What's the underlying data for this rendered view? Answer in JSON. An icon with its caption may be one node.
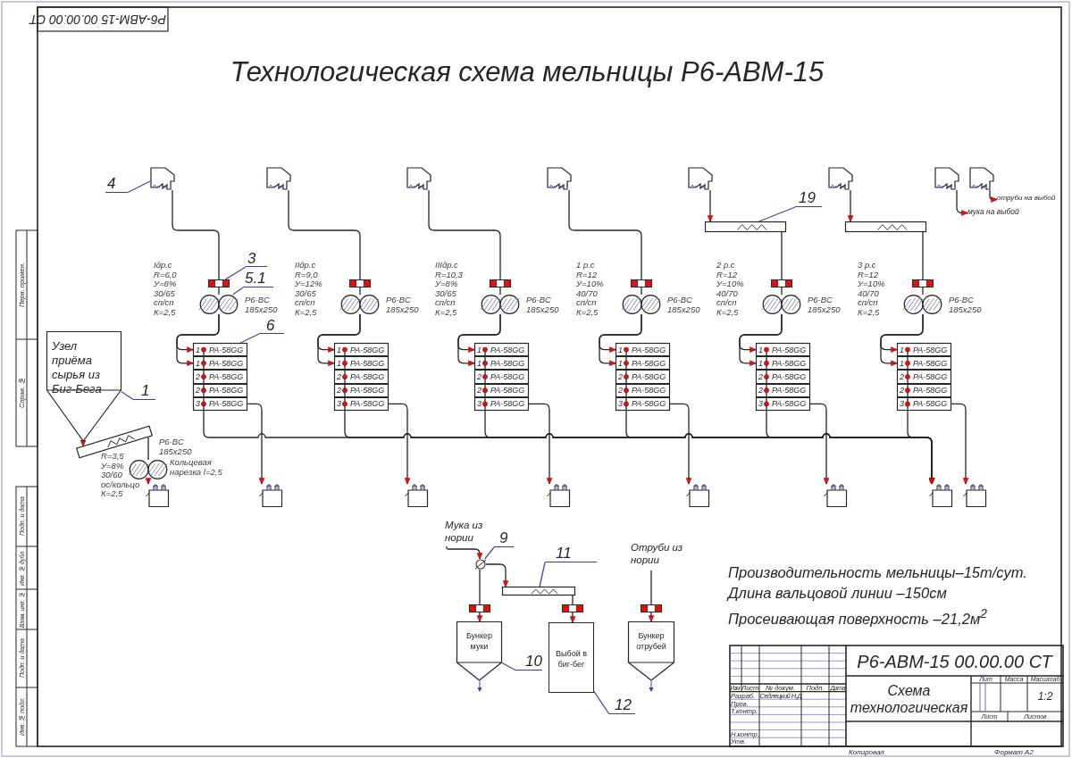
{
  "diagram": {
    "title": "Технологическая схема мельницы Р6-АВМ-15",
    "nodes": [
      {
        "text": [],
        "shape": "cyclone"
      },
      {
        "text": [],
        "shape": "cyclone"
      },
      {
        "text": [],
        "shape": "cyclone"
      },
      {
        "text": [],
        "shape": "cyclone"
      },
      {
        "text": [],
        "shape": "cyclone"
      },
      {
        "text": [],
        "shape": "cyclone"
      },
      {
        "text": [],
        "shape": "cyclone"
      },
      {
        "text": [],
        "shape": "cyclone"
      },
      {
        "text": [
          "4"
        ]
      },
      {
        "text": [],
        "shape": "conveyor"
      },
      {
        "text": [],
        "shape": "conveyor"
      },
      {
        "text": [
          "19"
        ]
      },
      {
        "text": [
          "мука на выбой"
        ]
      },
      {
        "text": [
          "отруби на выбой"
        ]
      },
      {
        "text": [],
        "shape": "box"
      },
      {
        "text": [],
        "shape": "box"
      },
      {
        "text": [],
        "shape": "box"
      },
      {
        "text": [],
        "shape": "box"
      },
      {
        "text": [],
        "shape": "box"
      },
      {
        "text": [],
        "shape": "box"
      },
      {
        "text": [
          "3"
        ]
      },
      {
        "text": [
          "5.1"
        ]
      },
      {
        "text": [],
        "shape": "circle",
        "beside": [
          "Iдр.с",
          "R=6,0",
          "У=8%",
          "30/65",
          "сп/сп",
          "К=2,5",
          "Р6-ВС 185x250"
        ]
      },
      {
        "text": [],
        "shape": "circle",
        "beside": [
          "IIдр.с",
          "R=9,0",
          "У=12%",
          "30/65",
          "сп/сп",
          "К=2,5",
          "Р6-ВС 185x250"
        ]
      },
      {
        "text": [],
        "shape": "circle",
        "beside": [
          "IIIдр.с",
          "R=10,3",
          "У=8%",
          "30/65",
          "сп/сп",
          "К=2,5",
          "Р6-ВС 185x250"
        ]
      },
      {
        "text": [],
        "shape": "circle",
        "beside": [
          "1 р.с",
          "R=12",
          "У=10%",
          "40/70",
          "сп/сп",
          "К=2,5",
          "Р6-ВС 185x250"
        ]
      },
      {
        "text": [],
        "shape": "circle",
        "beside": [
          "2 р.с",
          "R=12",
          "У=10%",
          "40/70",
          "сп/сп",
          "К=2,5",
          "Р6-ВС 185x250"
        ]
      },
      {
        "text": [],
        "shape": "circle",
        "beside": [
          "3 р.с",
          "R=12",
          "У=10%",
          "40/70",
          "сп/сп",
          "К=2,5",
          "Р6-ВС 185x250"
        ]
      },
      {
        "text": [],
        "shape": "box"
      },
      {
        "text": [
          "1",
          "PA-58GG"
        ],
        "in": 28
      },
      {
        "text": [
          "1",
          "PA-58GG"
        ],
        "in": 28
      },
      {
        "text": [
          "2",
          "PA-58GG"
        ],
        "in": 28
      },
      {
        "text": [
          "2",
          "PA-58GG"
        ],
        "in": 28
      },
      {
        "text": [
          "3",
          "PA-58GG"
        ],
        "in": 28
      },
      {
        "text": [],
        "shape": "box"
      },
      {
        "text": [
          "1",
          "PA-58GG"
        ],
        "in": 34
      },
      {
        "text": [
          "1",
          "PA-58GG"
        ],
        "in": 34
      },
      {
        "text": [
          "2",
          "PA-58GG"
        ],
        "in": 34
      },
      {
        "text": [
          "2",
          "PA-58GG"
        ],
        "in": 34
      },
      {
        "text": [
          "3",
          "PA-58GG"
        ],
        "in": 34
      },
      {
        "text": [],
        "shape": "box"
      },
      {
        "text": [
          "1",
          "PA-58GG"
        ],
        "in": 40
      },
      {
        "text": [
          "1",
          "PA-58GG"
        ],
        "in": 40
      },
      {
        "text": [
          "2",
          "PA-58GG"
        ],
        "in": 40
      },
      {
        "text": [
          "2",
          "PA-58GG"
        ],
        "in": 40
      },
      {
        "text": [
          "3",
          "PA-58GG"
        ],
        "in": 40
      },
      {
        "text": [],
        "shape": "box"
      },
      {
        "text": [
          "1",
          "PA-58GG"
        ],
        "in": 46
      },
      {
        "text": [
          "1",
          "PA-58GG"
        ],
        "in": 46
      },
      {
        "text": [
          "2",
          "PA-58GG"
        ],
        "in": 46
      },
      {
        "text": [
          "2",
          "PA-58GG"
        ],
        "in": 46
      },
      {
        "text": [
          "3",
          "PA-58GG"
        ],
        "in": 46
      },
      {
        "text": [],
        "shape": "box"
      },
      {
        "text": [
          "1",
          "PA-58GG"
        ],
        "in": 52
      },
      {
        "text": [
          "1",
          "PA-58GG"
        ],
        "in": 52
      },
      {
        "text": [
          "2",
          "PA-58GG"
        ],
        "in": 52
      },
      {
        "text": [
          "2",
          "PA-58GG"
        ],
        "in": 52
      },
      {
        "text": [
          "3",
          "PA-58GG"
        ],
        "in": 52
      },
      {
        "text": [],
        "shape": "box"
      },
      {
        "text": [
          "1",
          "PA-58GG"
        ],
        "in": 58
      },
      {
        "text": [
          "1",
          "PA-58GG"
        ],
        "in": 58
      },
      {
        "text": [
          "2",
          "PA-58GG"
        ],
        "in": 58
      },
      {
        "text": [
          "2",
          "PA-58GG"
        ],
        "in": 58
      },
      {
        "text": [
          "3",
          "PA-58GG"
        ],
        "in": 58
      },
      {
        "text": [
          "6"
        ]
      },
      {
        "text": [
          "Узел приёма сырья из Биг-Бега"
        ]
      },
      {
        "text": [
          "1"
        ]
      },
      {
        "text": [],
        "shape": "conveyor"
      },
      {
        "text": [],
        "shape": "circle",
        "beside": [
          "R=3,5",
          "У=8%",
          "30/60",
          "ос/кольцо",
          "К=2,5",
          "Р6-ВС 185x250",
          "Кольцевая нарезка l=2,5"
        ]
      },
      {
        "text": [],
        "shape": "bin"
      },
      {
        "text": [],
        "shape": "bin"
      },
      {
        "text": [],
        "shape": "bin"
      },
      {
        "text": [],
        "shape": "bin"
      },
      {
        "text": [],
        "shape": "bin"
      },
      {
        "text": [],
        "shape": "bin"
      },
      {
        "text": [],
        "shape": "bin"
      },
      {
        "text": [],
        "shape": "bin"
      },
      {
        "text": [
          "Мука из нории"
        ]
      },
      {
        "text": [
          "9"
        ]
      },
      {
        "text": [],
        "shape": "circle"
      },
      {
        "text": [
          "11"
        ]
      },
      {
        "text": [],
        "shape": "conveyor"
      },
      {
        "text": [
          "Отруби из нории"
        ]
      },
      {
        "text": [],
        "shape": "box"
      },
      {
        "text": [],
        "shape": "box"
      },
      {
        "text": [],
        "shape": "box"
      },
      {
        "text": [
          "Бункер муки"
        ]
      },
      {
        "text": [
          "Выбой в биг-бег"
        ]
      },
      {
        "text": [
          "Бункер отрубей"
        ]
      },
      {
        "text": [
          "10"
        ]
      },
      {
        "text": [
          "12"
        ]
      }
    ],
    "edges": [
      {
        "from": 0,
        "to": 14,
        "arrow": "none"
      },
      {
        "from": 1,
        "to": 15,
        "arrow": "none"
      },
      {
        "from": 2,
        "to": 16,
        "arrow": "none"
      },
      {
        "from": 3,
        "to": 17,
        "arrow": "none"
      },
      {
        "from": 4,
        "to": 9,
        "arrow": "to"
      },
      {
        "from": 9,
        "to": 18,
        "arrow": "none"
      },
      {
        "from": 5,
        "to": 10,
        "arrow": "to"
      },
      {
        "from": 10,
        "to": 19,
        "arrow": "none"
      },
      {
        "from": 14,
        "to": 22,
        "arrow": "none"
      },
      {
        "from": 15,
        "to": 23,
        "arrow": "none"
      },
      {
        "from": 16,
        "to": 24,
        "arrow": "none"
      },
      {
        "from": 17,
        "to": 25,
        "arrow": "none"
      },
      {
        "from": 18,
        "to": 26,
        "arrow": "none"
      },
      {
        "from": 19,
        "to": 27,
        "arrow": "none"
      },
      {
        "from": 22,
        "to": 29,
        "arrow": "to"
      },
      {
        "from": 22,
        "to": 30,
        "arrow": "to"
      },
      {
        "from": 23,
        "to": 35,
        "arrow": "to"
      },
      {
        "from": 23,
        "to": 36,
        "arrow": "to"
      },
      {
        "from": 24,
        "to": 41,
        "arrow": "to"
      },
      {
        "from": 24,
        "to": 42,
        "arrow": "to"
      },
      {
        "from": 25,
        "to": 47,
        "arrow": "to"
      },
      {
        "from": 25,
        "to": 48,
        "arrow": "to"
      },
      {
        "from": 26,
        "to": 53,
        "arrow": "to"
      },
      {
        "from": 26,
        "to": 54,
        "arrow": "to"
      },
      {
        "from": 27,
        "to": 59,
        "arrow": "to"
      },
      {
        "from": 27,
        "to": 60,
        "arrow": "to"
      },
      {
        "from": 33,
        "to": 70,
        "arrow": "to"
      },
      {
        "from": 39,
        "to": 71,
        "arrow": "to"
      },
      {
        "from": 45,
        "to": 72,
        "arrow": "to"
      },
      {
        "from": 51,
        "to": 73,
        "arrow": "to"
      },
      {
        "from": 57,
        "to": 74,
        "arrow": "to"
      },
      {
        "from": 63,
        "to": 76,
        "arrow": "to"
      },
      {
        "from": 28,
        "to": 75,
        "arrow": "to"
      },
      {
        "from": 34,
        "to": 75,
        "arrow": "to"
      },
      {
        "from": 40,
        "to": 75,
        "arrow": "to"
      },
      {
        "from": 46,
        "to": 75,
        "arrow": "to"
      },
      {
        "from": 52,
        "to": 75,
        "arrow": "to"
      },
      {
        "from": 58,
        "to": 75,
        "arrow": "to"
      },
      {
        "from": 6,
        "to": 12,
        "arrow": "to"
      },
      {
        "from": 7,
        "to": 13,
        "arrow": "to"
      },
      {
        "from": 65,
        "to": 67,
        "arrow": "to"
      },
      {
        "from": 67,
        "to": 68,
        "arrow": "none"
      },
      {
        "from": 68,
        "to": 69,
        "arrow": "to"
      },
      {
        "from": 8,
        "to": 0,
        "arrow": "none",
        "color": "#4a4aa8"
      },
      {
        "from": 20,
        "to": 14,
        "arrow": "none",
        "color": "#4a4aa8"
      },
      {
        "from": 21,
        "to": 22,
        "arrow": "none",
        "color": "#4a4aa8"
      },
      {
        "from": 64,
        "to": 28,
        "arrow": "none",
        "color": "#4a4aa8"
      },
      {
        "from": 66,
        "to": 65,
        "arrow": "none",
        "color": "#4a4aa8"
      },
      {
        "from": 11,
        "to": 9,
        "arrow": "none",
        "color": "#4a4aa8"
      },
      {
        "from": 78,
        "to": 79,
        "arrow": "none",
        "color": "#4a4aa8"
      },
      {
        "from": 80,
        "to": 81,
        "arrow": "none",
        "color": "#4a4aa8"
      },
      {
        "from": 89,
        "to": 86,
        "arrow": "none",
        "color": "#4a4aa8"
      },
      {
        "from": 90,
        "to": 87,
        "arrow": "none",
        "color": "#4a4aa8"
      },
      {
        "from": 77,
        "to": 79,
        "arrow": "to"
      },
      {
        "from": 79,
        "to": 83,
        "arrow": "none"
      },
      {
        "from": 83,
        "to": 86,
        "arrow": "to"
      },
      {
        "from": 79,
        "to": 81,
        "arrow": "to"
      },
      {
        "from": 81,
        "to": 84,
        "arrow": "none"
      },
      {
        "from": 84,
        "to": 87,
        "arrow": "to"
      },
      {
        "from": 82,
        "to": 85,
        "arrow": "none"
      },
      {
        "from": 85,
        "to": 88,
        "arrow": "to"
      }
    ],
    "labels": [
      "Р6-АВМ-15 00.00.00 СТ",
      "Производительность мельницы–15т/сут.",
      "Длина вальцовой линии –150см",
      "Просеивающая поверхность –21,2м$^{2}$",
      "Перв. примен.",
      "Справ. №",
      "Подп. и дата",
      "Инв. № дубл.",
      "Взам. инв. №",
      "Подп. и дата",
      "Инв. № подл.",
      "Р6-АВМ-15 00.00.00 СТ",
      "Изм",
      "Лист",
      "№ докум.",
      "Подп.",
      "Дата",
      "Схема технологическая",
      "Лит",
      "Масса",
      "Масштаб",
      "Разраб.",
      "Седлецкий Н.Д.",
      "1:2",
      "Пров.",
      "Т.контр.",
      "Лист",
      "Листов",
      "Н.контр.",
      "Утв.",
      "Копировал",
      "Формат A2"
    ]
  }
}
